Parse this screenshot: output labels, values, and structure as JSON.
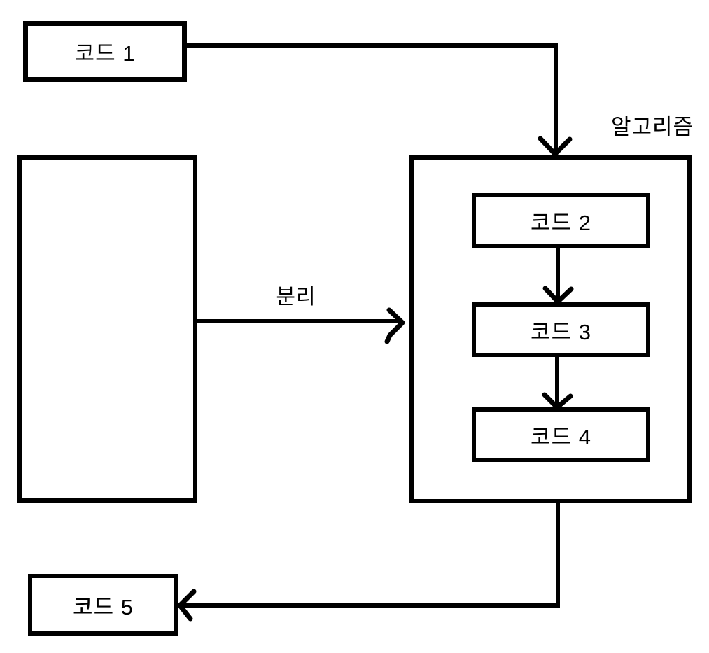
{
  "canvas": {
    "background": "#ffffff",
    "line_color": "#000000",
    "text_color": "#000000"
  },
  "nodes": {
    "code1": {
      "label": "코드 1"
    },
    "code2": {
      "label": "코드 2"
    },
    "code3": {
      "label": "코드 3"
    },
    "code4": {
      "label": "코드 4"
    },
    "code5": {
      "label": "코드 5"
    }
  },
  "annotations": {
    "algorithm_title": "알고리즘",
    "separation_label": "분리"
  }
}
